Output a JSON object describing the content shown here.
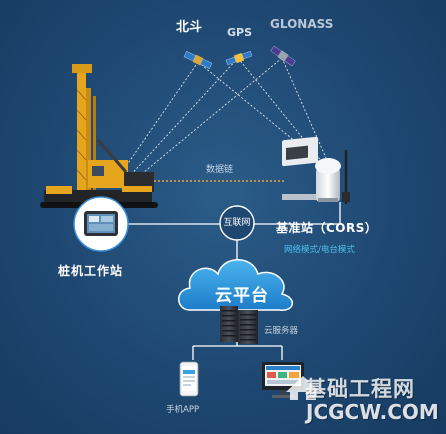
{
  "satellites": {
    "beidou": "北斗",
    "gps": "GPS",
    "glonass": "GLONASS"
  },
  "links": {
    "data_link": "数据链",
    "internet": "互联网"
  },
  "base_station": {
    "title": "基准站（CORS）",
    "modes": "网络模式/电台模式"
  },
  "pile_workstation": {
    "label": "桩机工作站"
  },
  "cloud_platform": {
    "label": "云平台",
    "server_label": "云服务器"
  },
  "clients": {
    "phone_label": "手机APP"
  },
  "watermark": {
    "cn": "基础工程网",
    "en": "JCGCW.COM"
  },
  "colors": {
    "background": "#1e4872",
    "accent": "#4fc0f0",
    "cloud": "#2f9de0",
    "link_line": "#ffffff"
  }
}
